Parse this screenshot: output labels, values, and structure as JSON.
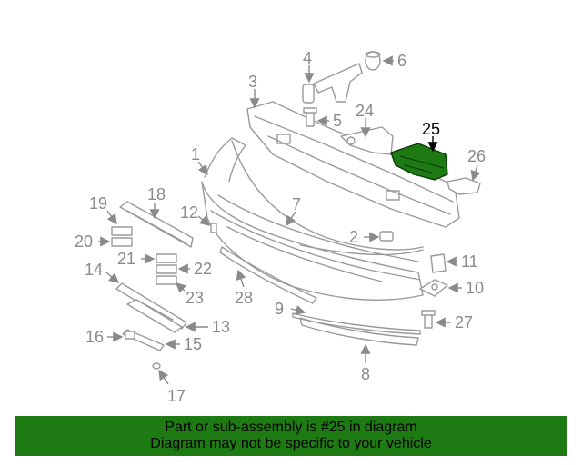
{
  "diagram": {
    "highlight_color": "#1e7a12",
    "highlighted_part": "25",
    "labels": {
      "p2": "2",
      "p3": "3",
      "p4": "4",
      "p5": "5",
      "p6": "6",
      "p7": "7",
      "p8": "8",
      "p9": "9",
      "p10": "10",
      "p11": "11",
      "p12": "12",
      "p13": "13",
      "p14": "14",
      "p15": "15",
      "p16": "16",
      "p17": "17",
      "p18": "18",
      "p19": "19",
      "p20": "20",
      "p21": "21",
      "p22": "22",
      "p23": "23",
      "p24": "24",
      "p25": "25",
      "p26": "26",
      "p27": "27",
      "p28": "28",
      "p1": "1"
    }
  },
  "banner": {
    "line1": "Part or sub-assembly is #25 in diagram",
    "line2": "Diagram may not be specific to your vehicle",
    "background": "#1e7a12"
  }
}
